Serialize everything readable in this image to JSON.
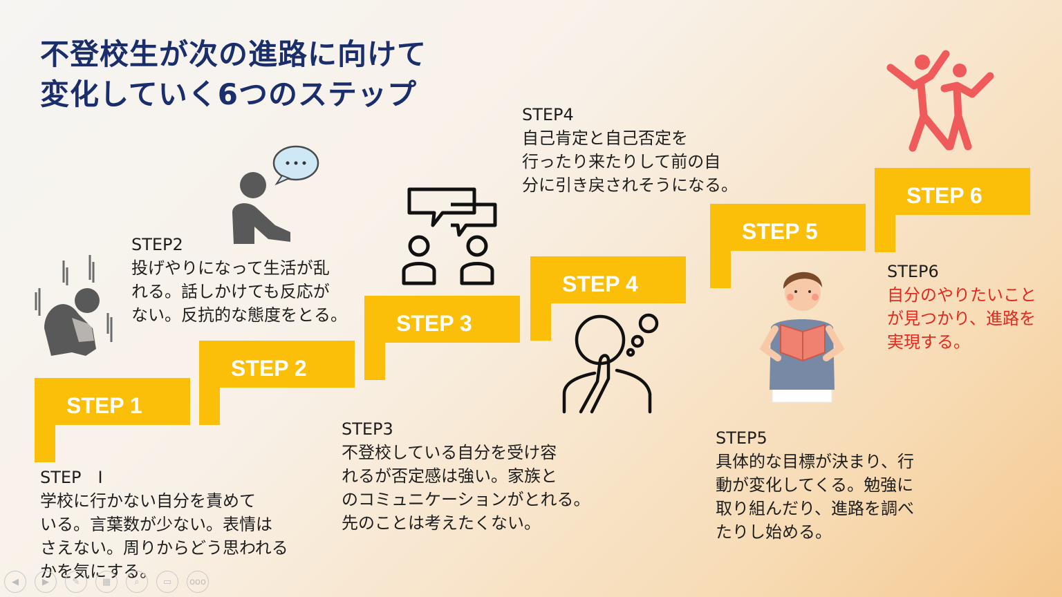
{
  "title": {
    "line1": "不登校生が次の進路に向けて",
    "line2": "変化していく6つのステップ"
  },
  "steps": [
    {
      "label": "STEP 1"
    },
    {
      "label": "STEP 2"
    },
    {
      "label": "STEP 3"
    },
    {
      "label": "STEP 4"
    },
    {
      "label": "STEP 5"
    },
    {
      "label": "STEP 6"
    }
  ],
  "descriptions": {
    "step1": {
      "heading": "STEP　I",
      "l1": "学校に行かない自分を責めて",
      "l2": "いる。言葉数が少ない。表情は",
      "l3": "さえない。周りからどう思われる",
      "l4": "かを気にする。"
    },
    "step2": {
      "heading": "STEP2",
      "l1": "投げやりになって生活が乱",
      "l2": "れる。話しかけても反応が",
      "l3": "ない。反抗的な態度をとる。"
    },
    "step3": {
      "heading": "STEP3",
      "l1": "不登校している自分を受け容",
      "l2": "れるが否定感は強い。家族と",
      "l3": "のコミュニケーションがとれる。",
      "l4": "先のことは考えたくない。"
    },
    "step4": {
      "heading": "STEP4",
      "l1": "自己肯定と自己否定を",
      "l2": "行ったり来たりして前の自",
      "l3": "分に引き戻されそうになる。"
    },
    "step5": {
      "heading": "STEP5",
      "l1": "具体的な目標が決まり、行",
      "l2": "動が変化してくる。勉強に",
      "l3": "取り組んだり、進路を調べ",
      "l4": "たりし始める。"
    },
    "step6": {
      "heading": "STEP6",
      "l1": "自分のやりたいこと",
      "l2": "が見つかり、進路を",
      "l3": "実現する。"
    }
  },
  "colors": {
    "accent": "#fbbf0a",
    "title": "#1a2e6b",
    "highlight": "#e5281e",
    "figure": "#595959",
    "celebrate": "#ef5a5a"
  },
  "toolbar": {
    "icons": [
      "prev-icon",
      "next-icon",
      "pen-icon",
      "slides-icon",
      "zoom-icon",
      "subtitle-icon",
      "more-icon"
    ],
    "more_label": "ooo"
  }
}
